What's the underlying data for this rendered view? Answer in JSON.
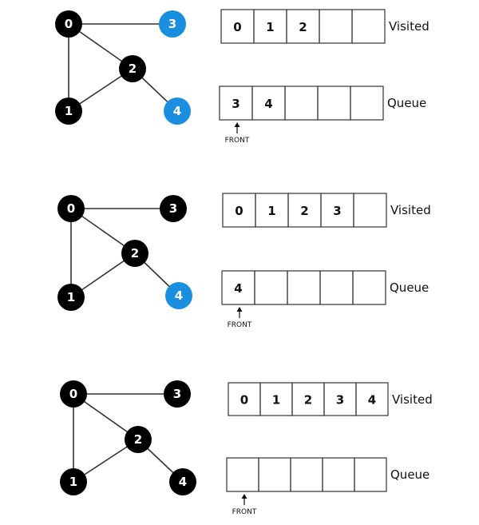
{
  "colors": {
    "background": "#ffffff",
    "unvisited_node": "#000000",
    "queued_node": "#1a8fe0",
    "edge": "#333333",
    "cell_border": "#333333"
  },
  "graph": {
    "nodes": [
      "0",
      "1",
      "2",
      "3",
      "4"
    ],
    "edges": [
      [
        "0",
        "3"
      ],
      [
        "0",
        "2"
      ],
      [
        "0",
        "1"
      ],
      [
        "1",
        "2"
      ],
      [
        "2",
        "4"
      ]
    ]
  },
  "steps": [
    {
      "highlighted_nodes": [
        "3",
        "4"
      ],
      "visited": [
        "0",
        "1",
        "2",
        "",
        ""
      ],
      "visited_label": "Visited",
      "queue": [
        "3",
        "4",
        "",
        "",
        ""
      ],
      "queue_label": "Queue",
      "front_label": "FRONT"
    },
    {
      "highlighted_nodes": [
        "4"
      ],
      "visited": [
        "0",
        "1",
        "2",
        "3",
        ""
      ],
      "visited_label": "Visited",
      "queue": [
        "4",
        "",
        "",
        "",
        ""
      ],
      "queue_label": "Queue",
      "front_label": "FRONT"
    },
    {
      "highlighted_nodes": [],
      "visited": [
        "0",
        "1",
        "2",
        "3",
        "4"
      ],
      "visited_label": "Visited",
      "queue": [
        "",
        "",
        "",
        "",
        ""
      ],
      "queue_label": "Queue",
      "front_label": "FRONT"
    }
  ]
}
